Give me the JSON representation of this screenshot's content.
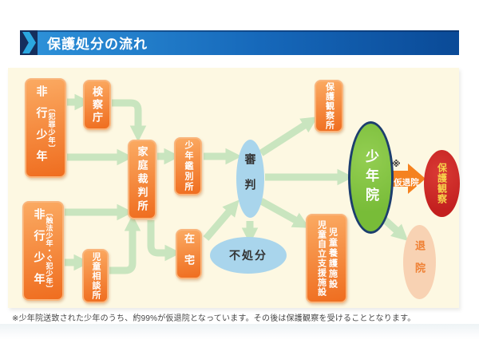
{
  "header": {
    "title": "保護処分の流れ"
  },
  "flowchart": {
    "nodes": {
      "hikou1": {
        "annotation": "〔犯罪少年〕",
        "label": "非行少年"
      },
      "kensatsucho": {
        "label": "検察庁"
      },
      "katei_saibansho": {
        "label": "家庭裁判所"
      },
      "shounen_kanbetsusho": {
        "label": "少年鑑別所"
      },
      "zaitaku": {
        "label": "在宅"
      },
      "shinpan": {
        "label": "審判"
      },
      "fushobun": {
        "label": "不処分"
      },
      "hogo_kansatsusho": {
        "label": "保護観察所"
      },
      "jidou_shisetsu": {
        "label_right": "児童養護施設",
        "label_left": "児童自立支援施設"
      },
      "jidou_soudanjo": {
        "label": "児童相談所"
      },
      "hikou2": {
        "annotation": "〔触法少年・ぐ犯少年〕",
        "label": "非行少年"
      },
      "shounenin": {
        "label": "少年院"
      },
      "karitaiin": {
        "mark": "※",
        "label": "仮退院"
      },
      "hogo_kansatsu": {
        "label": "保護観察"
      },
      "taiin": {
        "label": "退院"
      }
    }
  },
  "footnote": "※少年院送致された少年のうち、約99%が仮退院となっています。その後は保護観察を受けることとなります。",
  "colors": {
    "header_bar_start": "#2e93da",
    "header_bar_end": "#0a4a97",
    "header_cap": "#152e5c",
    "header_chevron": "#2ba7e0",
    "panel_bg": "#fdf8e2",
    "box_grad_top": "#fbaa62",
    "box_grad_bottom": "#ef6d1f",
    "box_border": "#f9b57c",
    "arrow_green": "#c9e5bf",
    "ellipse_blue": "#a9d5ec",
    "ellipse_green": "#78bc38",
    "ellipse_green_border": "#1c3e6e",
    "ellipse_red": "#c3201f",
    "ellipse_red_text": "#f7d14a",
    "ellipse_peach": "#f8d2b3",
    "ellipse_peach_text": "#ef8034",
    "fat_arrow_orange": "#f5821f",
    "text_dark": "#333333"
  }
}
